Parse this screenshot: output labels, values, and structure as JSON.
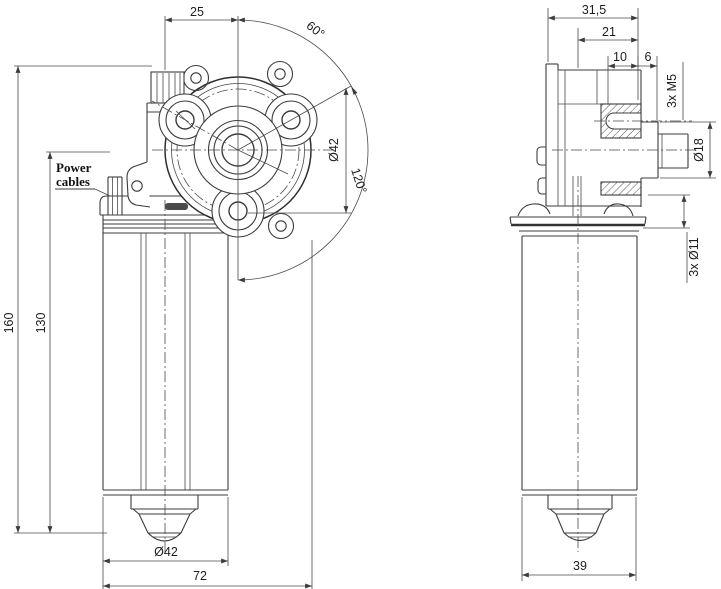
{
  "drawing": {
    "type": "engineering-drawing",
    "subject": "worm gear motor, two orthographic views",
    "colors": {
      "background": "#ffffff",
      "line": "#3c3c3c",
      "text": "#1d1d1d",
      "hatch": "#555555"
    },
    "front_view": {
      "labels": {
        "shaft_offset": "25",
        "angle_top": "60°",
        "angle_between_bosses": "120°",
        "bolt_circle_dia": "Ø42",
        "overall_height": "160",
        "motor_height": "130",
        "motor_dia": "Ø42",
        "overall_width": "72",
        "power_cables_line1": "Power",
        "power_cables_line2": "cables"
      }
    },
    "side_view": {
      "labels": {
        "overall_depth": "31,5",
        "housing_depth": "21",
        "boss_length": "10",
        "boss_step": "6",
        "mount_thread": "3x M5",
        "hub_dia": "Ø18",
        "mount_hole_dia": "3x Ø11",
        "motor_depth": "39"
      }
    }
  }
}
